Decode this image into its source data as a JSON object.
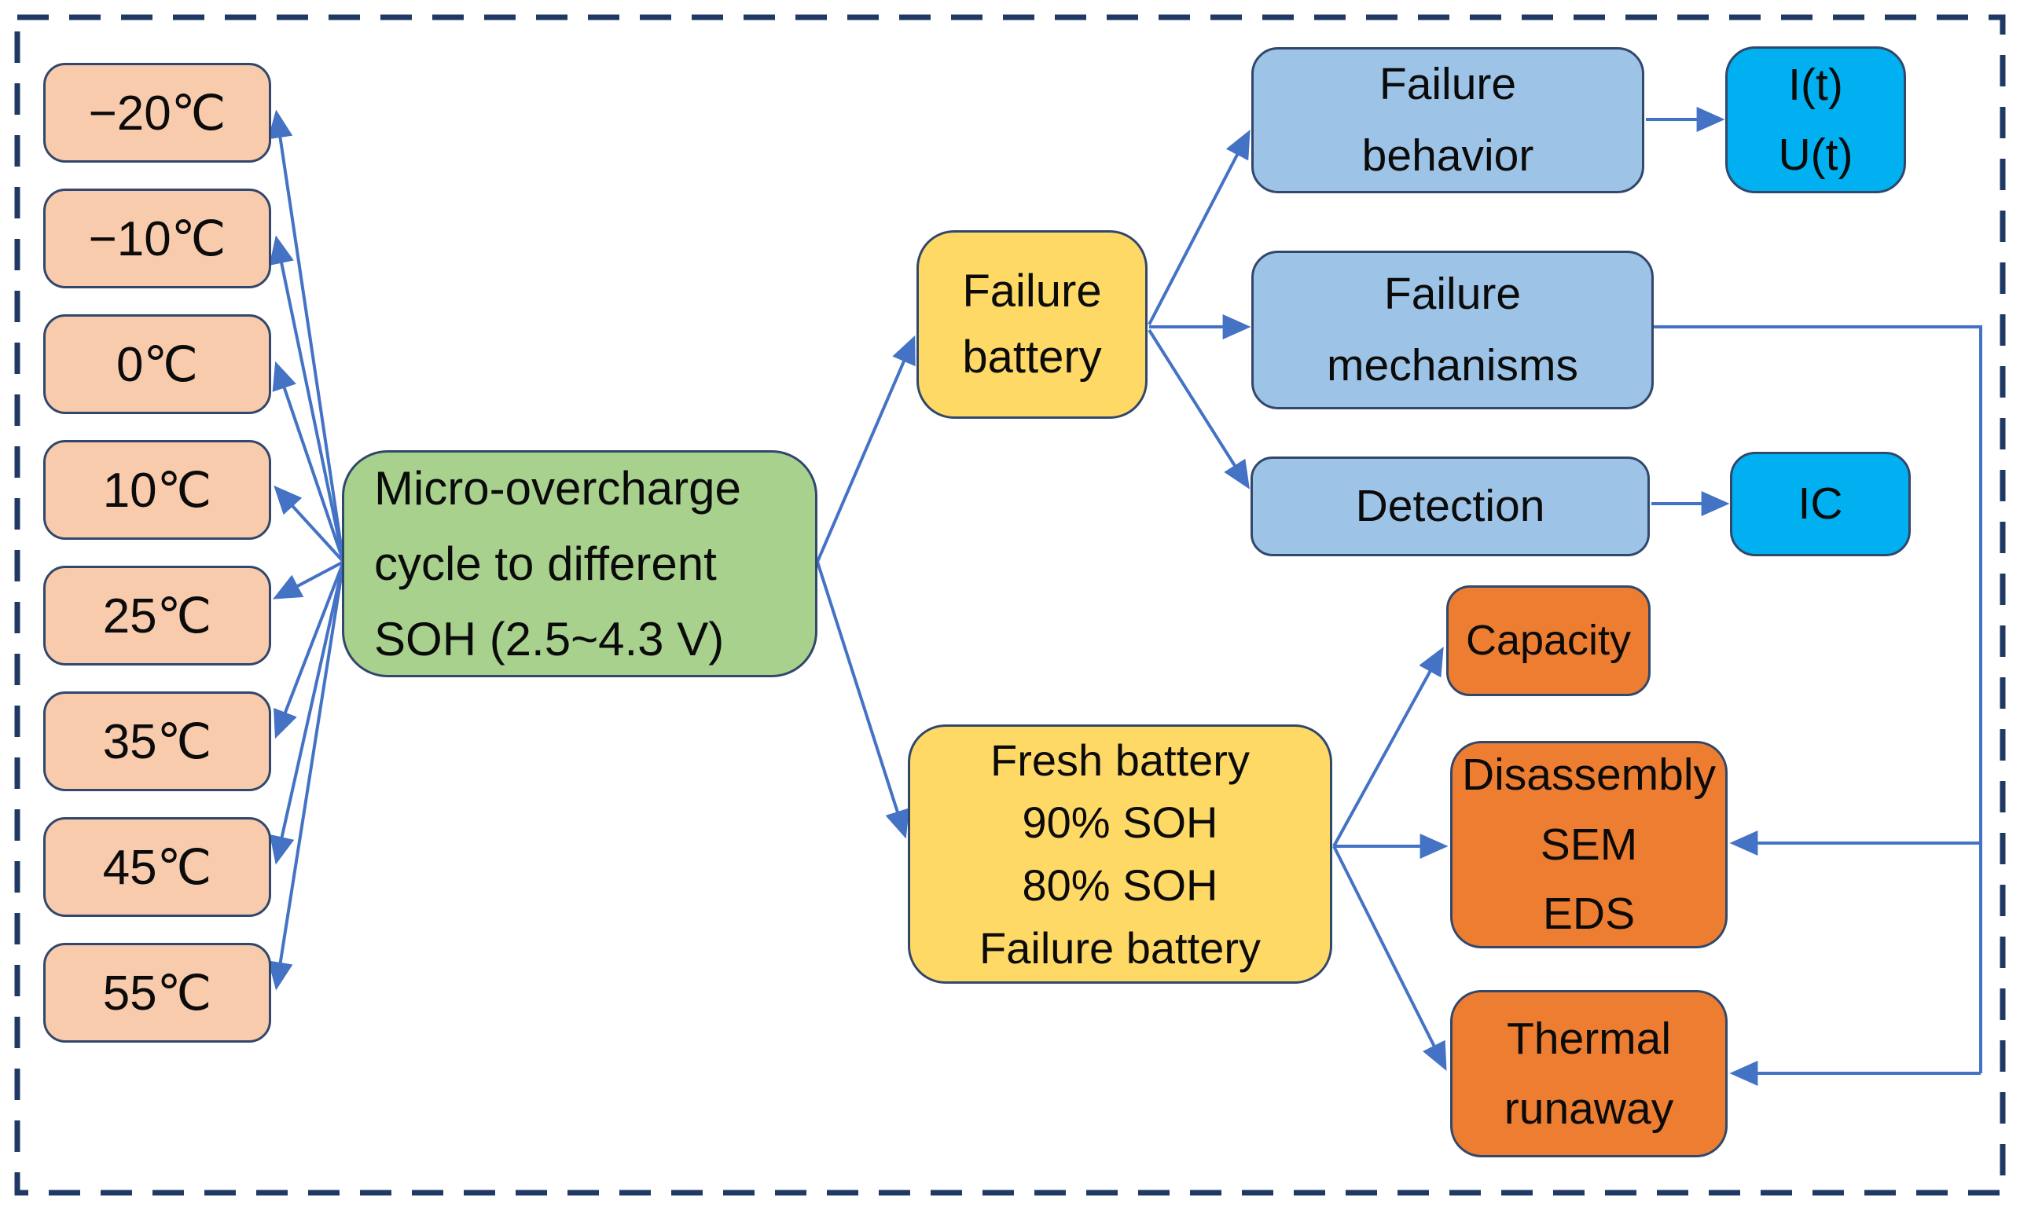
{
  "diagram": {
    "title_hint": "battery micro-overcharge aging and failure analysis flowchart",
    "temperatures": [
      "−20℃",
      "−10℃",
      "0℃",
      "10℃",
      "25℃",
      "35℃",
      "45℃",
      "55℃"
    ],
    "process_box": {
      "line1": "Micro-overcharge",
      "line2": "cycle to different",
      "line3": "SOH (2.5~4.3 V)"
    },
    "failure_battery": {
      "line1": "Failure",
      "line2": "battery"
    },
    "fresh_battery": {
      "line1": "Fresh battery",
      "line2": "90% SOH",
      "line3": "80% SOH",
      "line4": "Failure battery"
    },
    "failure_behavior": {
      "line1": "Failure",
      "line2": "behavior"
    },
    "failure_mechanisms": {
      "line1": "Failure",
      "line2": "mechanisms"
    },
    "detection": {
      "label": "Detection"
    },
    "it_ut": {
      "line1": "I(t)",
      "line2": "U(t)"
    },
    "ic": {
      "label": "IC"
    },
    "capacity": {
      "label": "Capacity"
    },
    "disassembly": {
      "line1": "Disassembly",
      "line2": "SEM",
      "line3": "EDS"
    },
    "thermal_runaway": {
      "line1": "Thermal",
      "line2": "runaway"
    },
    "colors": {
      "temperature_fill": "#F8CBAD",
      "process_fill": "#A9D18E",
      "battery_fill": "#FFD966",
      "analysis_fill": "#9DC3E6",
      "signal_fill": "#00B0F0",
      "postmortem_fill": "#ED7D31",
      "arrow": "#4472C4",
      "box_outline": "#31476B",
      "dashed_frame": "#1F3864",
      "text": "#0B0B0B"
    }
  }
}
